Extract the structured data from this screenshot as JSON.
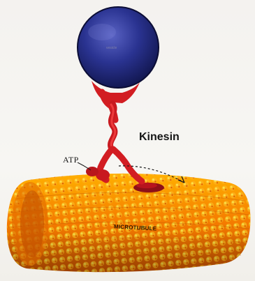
{
  "labels": {
    "kinesin": "Kinesin",
    "atp": "ATP",
    "microtubule": "MICROTUBULE",
    "cargo": "vesicle"
  },
  "colors": {
    "cargo_sphere": "#1c2470",
    "kinesin_protein": "#d21d22",
    "microtubule": "#ff8a00",
    "background": "#f4f2ef",
    "text": "#151515"
  }
}
